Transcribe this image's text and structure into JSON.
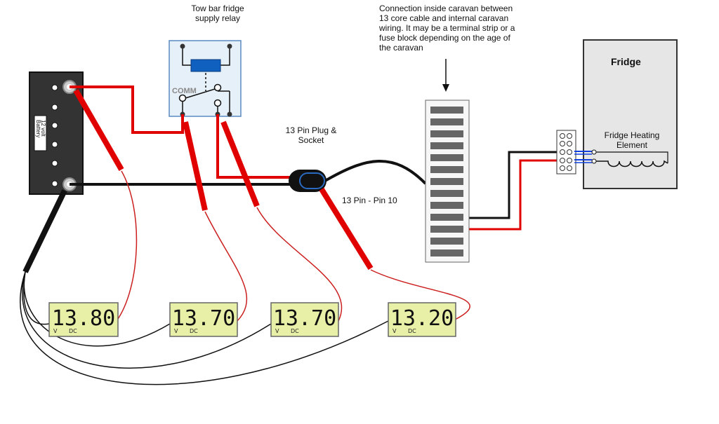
{
  "labels": {
    "relay_title_line1": "Tow bar fridge",
    "relay_title_line2": "supply relay",
    "relay_comm": "COMM",
    "battery_label_line1": "12 volt",
    "battery_label_line2": "Battery",
    "connection_note_line1": "Connection inside caravan between",
    "connection_note_line2": "13 core cable and internal caravan",
    "connection_note_line3": "wiring. It may be a terminal strip or a",
    "connection_note_line4": "fuse block depending on the age of",
    "connection_note_line5": "the caravan",
    "plug_line1": "13 Pin Plug &",
    "plug_line2": "Socket",
    "pin_label": "13 Pin - Pin 10",
    "fridge_title": "Fridge",
    "heater_line1": "Fridge Heating",
    "heater_line2": "Element"
  },
  "meters": [
    {
      "reading": "13.80",
      "unit_v": "V",
      "unit_dc": "DC"
    },
    {
      "reading": "13.70",
      "unit_v": "V",
      "unit_dc": "DC"
    },
    {
      "reading": "13.70",
      "unit_v": "V",
      "unit_dc": "DC"
    },
    {
      "reading": "13.20",
      "unit_v": "V",
      "unit_dc": "DC"
    }
  ],
  "colors": {
    "positive_wire": "#e00000",
    "negative_wire": "#111111",
    "lead_wire": "#cc2020",
    "lcd_background": "#e8f0a8",
    "relay_box": "#e6f0f8",
    "relay_coil": "#1060c0",
    "fridge_box": "#e6e6e6",
    "battery_body": "#333333",
    "terminal_bar": "#666666",
    "heater_link": "#1040e0"
  }
}
